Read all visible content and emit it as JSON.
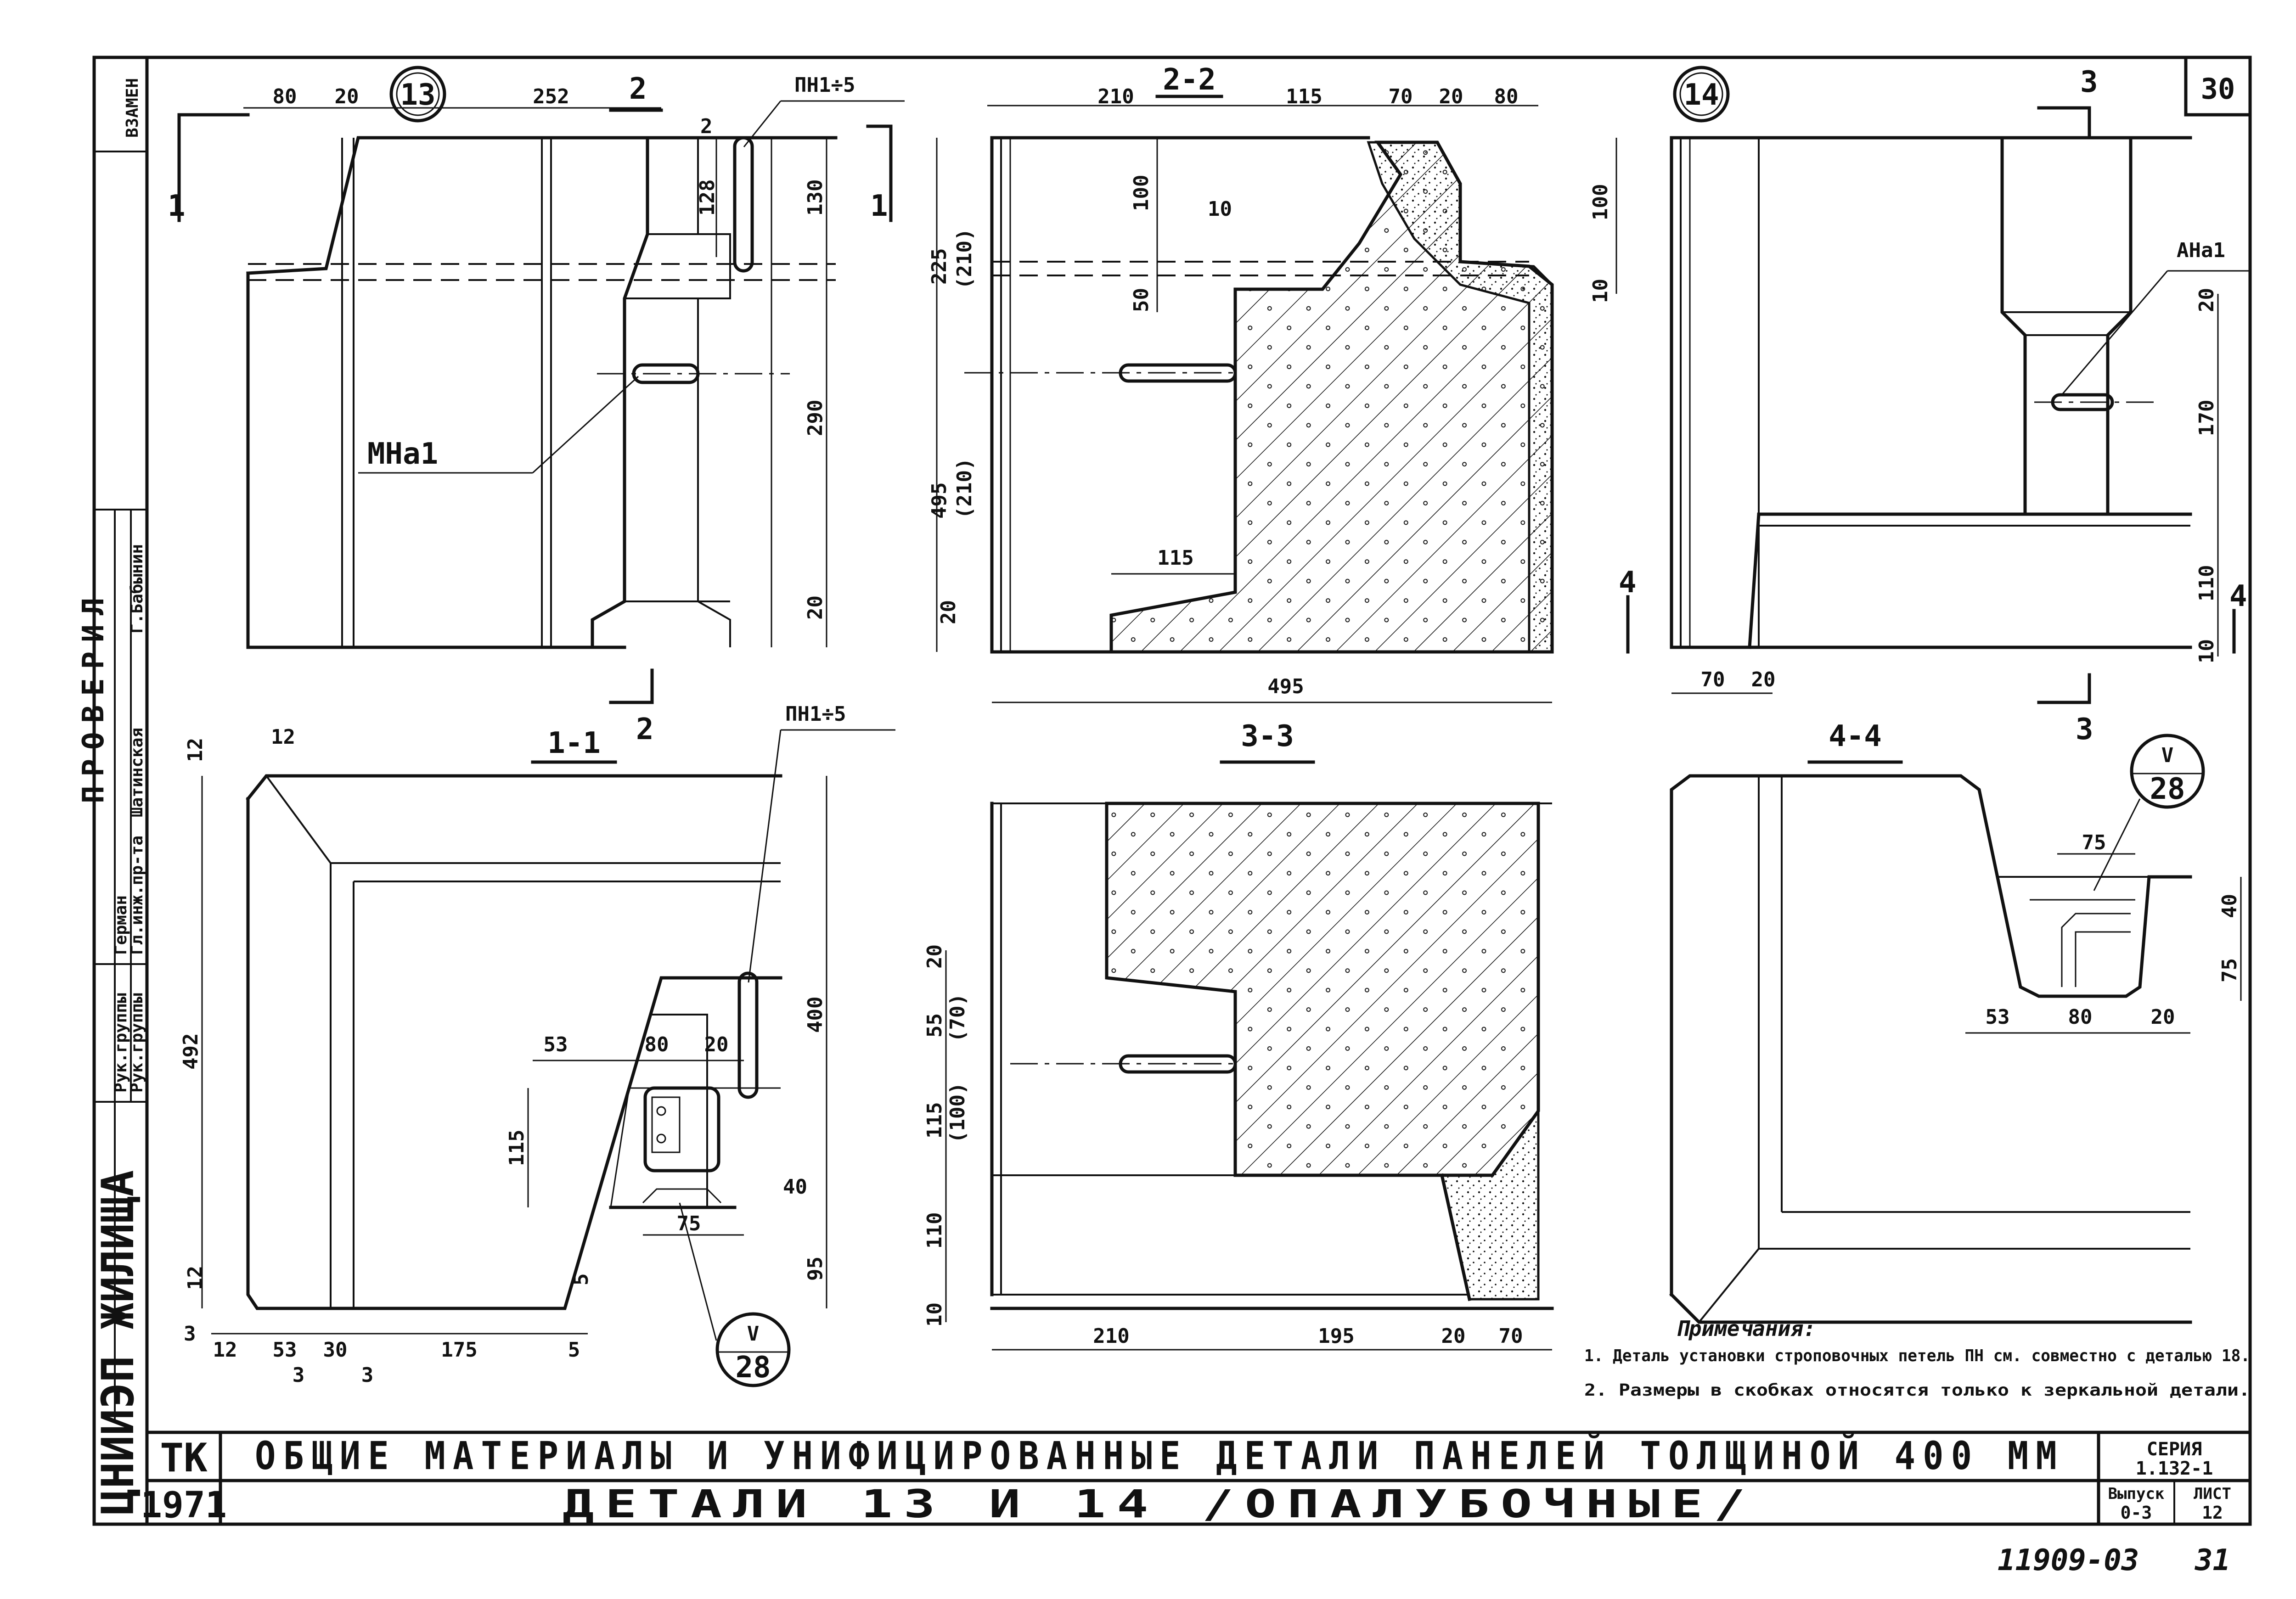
{
  "sheet": {
    "number_top": "30",
    "number_bottom": "31",
    "archive_code": "11909-03"
  },
  "title_block": {
    "org": "ТК",
    "year": "1971",
    "title": "ОБЩИЕ МАТЕРИАЛЫ И УНИФИЦИРОВАННЫЕ ДЕТАЛИ ПАНЕЛЕЙ ТОЛЩИНОЙ 400 ММ",
    "subtitle": "ДЕТАЛИ 13 И 14 /ОПАЛУБОЧНЫЕ/",
    "series_label": "СЕРИЯ",
    "series_value": "1.132-1",
    "issue_label": "Выпуск",
    "issue_value": "0-3",
    "sheet_label": "ЛИСТ",
    "sheet_value": "12"
  },
  "side_stamp": {
    "institute": "ЦНИИЭП ЖИЛИЩА",
    "replace": "ВЗАМЕН",
    "checked": "ПРОВЕРИЛ",
    "roles": [
      "Рук.группы",
      "Рук.группы",
      "Гл.инж.пр-та",
      "Г.Бабынин"
    ],
    "names": [
      "Герман",
      "Шатинская"
    ]
  },
  "views": {
    "detail13": "13",
    "detail14": "14",
    "sec22": "2-2",
    "sec11": "1-1",
    "sec33": "3-3",
    "sec44": "4-4",
    "cut1": "1",
    "cut2": "2",
    "cut3": "3",
    "cut4": "4"
  },
  "callouts": {
    "pn": "ПН1÷5",
    "mn": "МНа1",
    "an": "АНа1",
    "ref_top": "V",
    "ref_bottom": "28"
  },
  "dims": {
    "d13_top": [
      "80",
      "20",
      "252",
      "2"
    ],
    "d13_right": [
      "130",
      "290",
      "20"
    ],
    "d13_128": "128",
    "d22_top": [
      "210",
      "115",
      "70",
      "20",
      "80"
    ],
    "d22_left": [
      "225",
      "(210)",
      "495",
      "(210)",
      "20"
    ],
    "d22_inner": [
      "100",
      "10",
      "50",
      "115"
    ],
    "d22_right": [
      "100",
      "10"
    ],
    "d22_bottom": "495",
    "d14_right": [
      "20",
      "170",
      "110",
      "10"
    ],
    "d14_bottom": [
      "70",
      "20"
    ],
    "d11_top": "12",
    "d11_left": [
      "492",
      "12",
      "3"
    ],
    "d11_bottom": [
      "12",
      "53",
      "30",
      "175",
      "5",
      "3",
      "3"
    ],
    "d11_right": [
      "400",
      "40",
      "95"
    ],
    "d11_inner": [
      "53",
      "80",
      "20",
      "115",
      "75",
      "5"
    ],
    "d33_left": [
      "20",
      "55",
      "(70)",
      "115",
      "(100)",
      "110",
      "10"
    ],
    "d33_bottom": [
      "210",
      "195",
      "20",
      "70"
    ],
    "d44": [
      "75",
      "40",
      "75",
      "53",
      "80",
      "20"
    ]
  },
  "notes": {
    "heading": "Примечания:",
    "n1": "1. Деталь установки строповочных петель ПН см. совместно с деталью 18.",
    "n2": "2. Размеры в скобках относятся только к зеркальной детали."
  }
}
